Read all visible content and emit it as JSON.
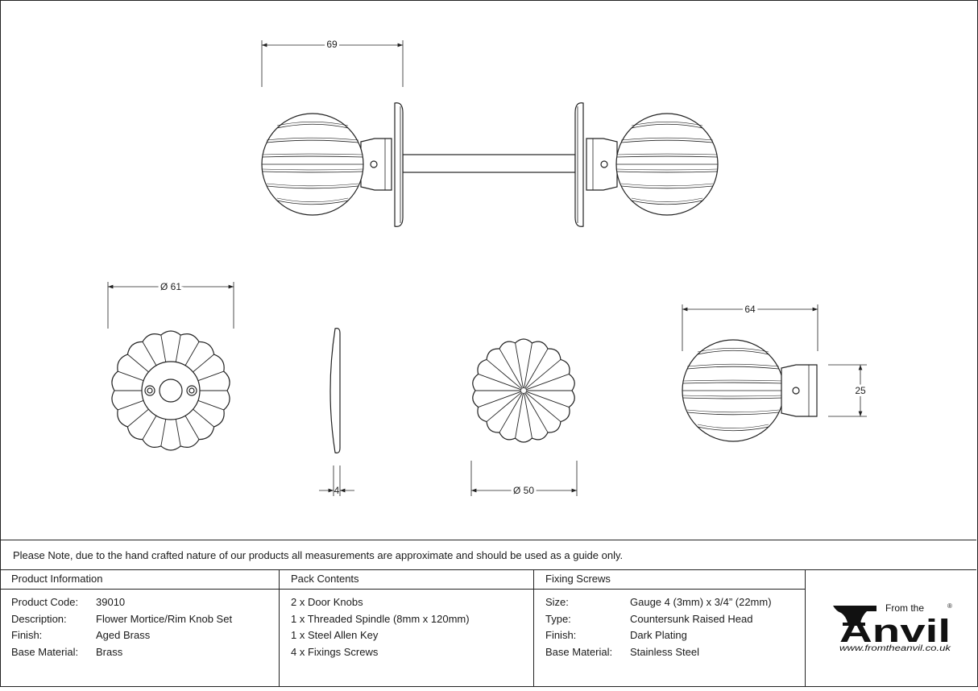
{
  "drawing": {
    "dimensions": {
      "assembly_width": "69",
      "rose_diameter": "Ø 61",
      "rose_thickness": "4",
      "rose_back_diameter": "Ø 50",
      "knob_width": "64",
      "knob_neck": "25"
    }
  },
  "note": "Please Note, due to the hand crafted nature of our products all measurements are approximate and should be used as a guide only.",
  "product_info": {
    "heading": "Product Information",
    "rows": [
      {
        "label": "Product Code:",
        "value": "39010"
      },
      {
        "label": "Description:",
        "value": "Flower Mortice/Rim Knob Set"
      },
      {
        "label": "Finish:",
        "value": "Aged Brass"
      },
      {
        "label": "Base Material:",
        "value": "Brass"
      }
    ]
  },
  "pack_contents": {
    "heading": "Pack Contents",
    "items": [
      "2 x Door Knobs",
      "1 x Threaded Spindle (8mm x 120mm)",
      "1 x Steel Allen Key",
      "4 x Fixings Screws"
    ]
  },
  "fixing_screws": {
    "heading": "Fixing Screws",
    "rows": [
      {
        "label": "Size:",
        "value": "Gauge 4 (3mm) x 3/4” (22mm)"
      },
      {
        "label": "Type:",
        "value": "Countersunk Raised Head"
      },
      {
        "label": "Finish:",
        "value": "Dark Plating"
      },
      {
        "label": "Base Material:",
        "value": "Stainless Steel"
      }
    ]
  },
  "logo": {
    "from_the": "From the",
    "brand": "Anvil",
    "registered": "®",
    "url": "www.fromtheanvil.co.uk"
  }
}
